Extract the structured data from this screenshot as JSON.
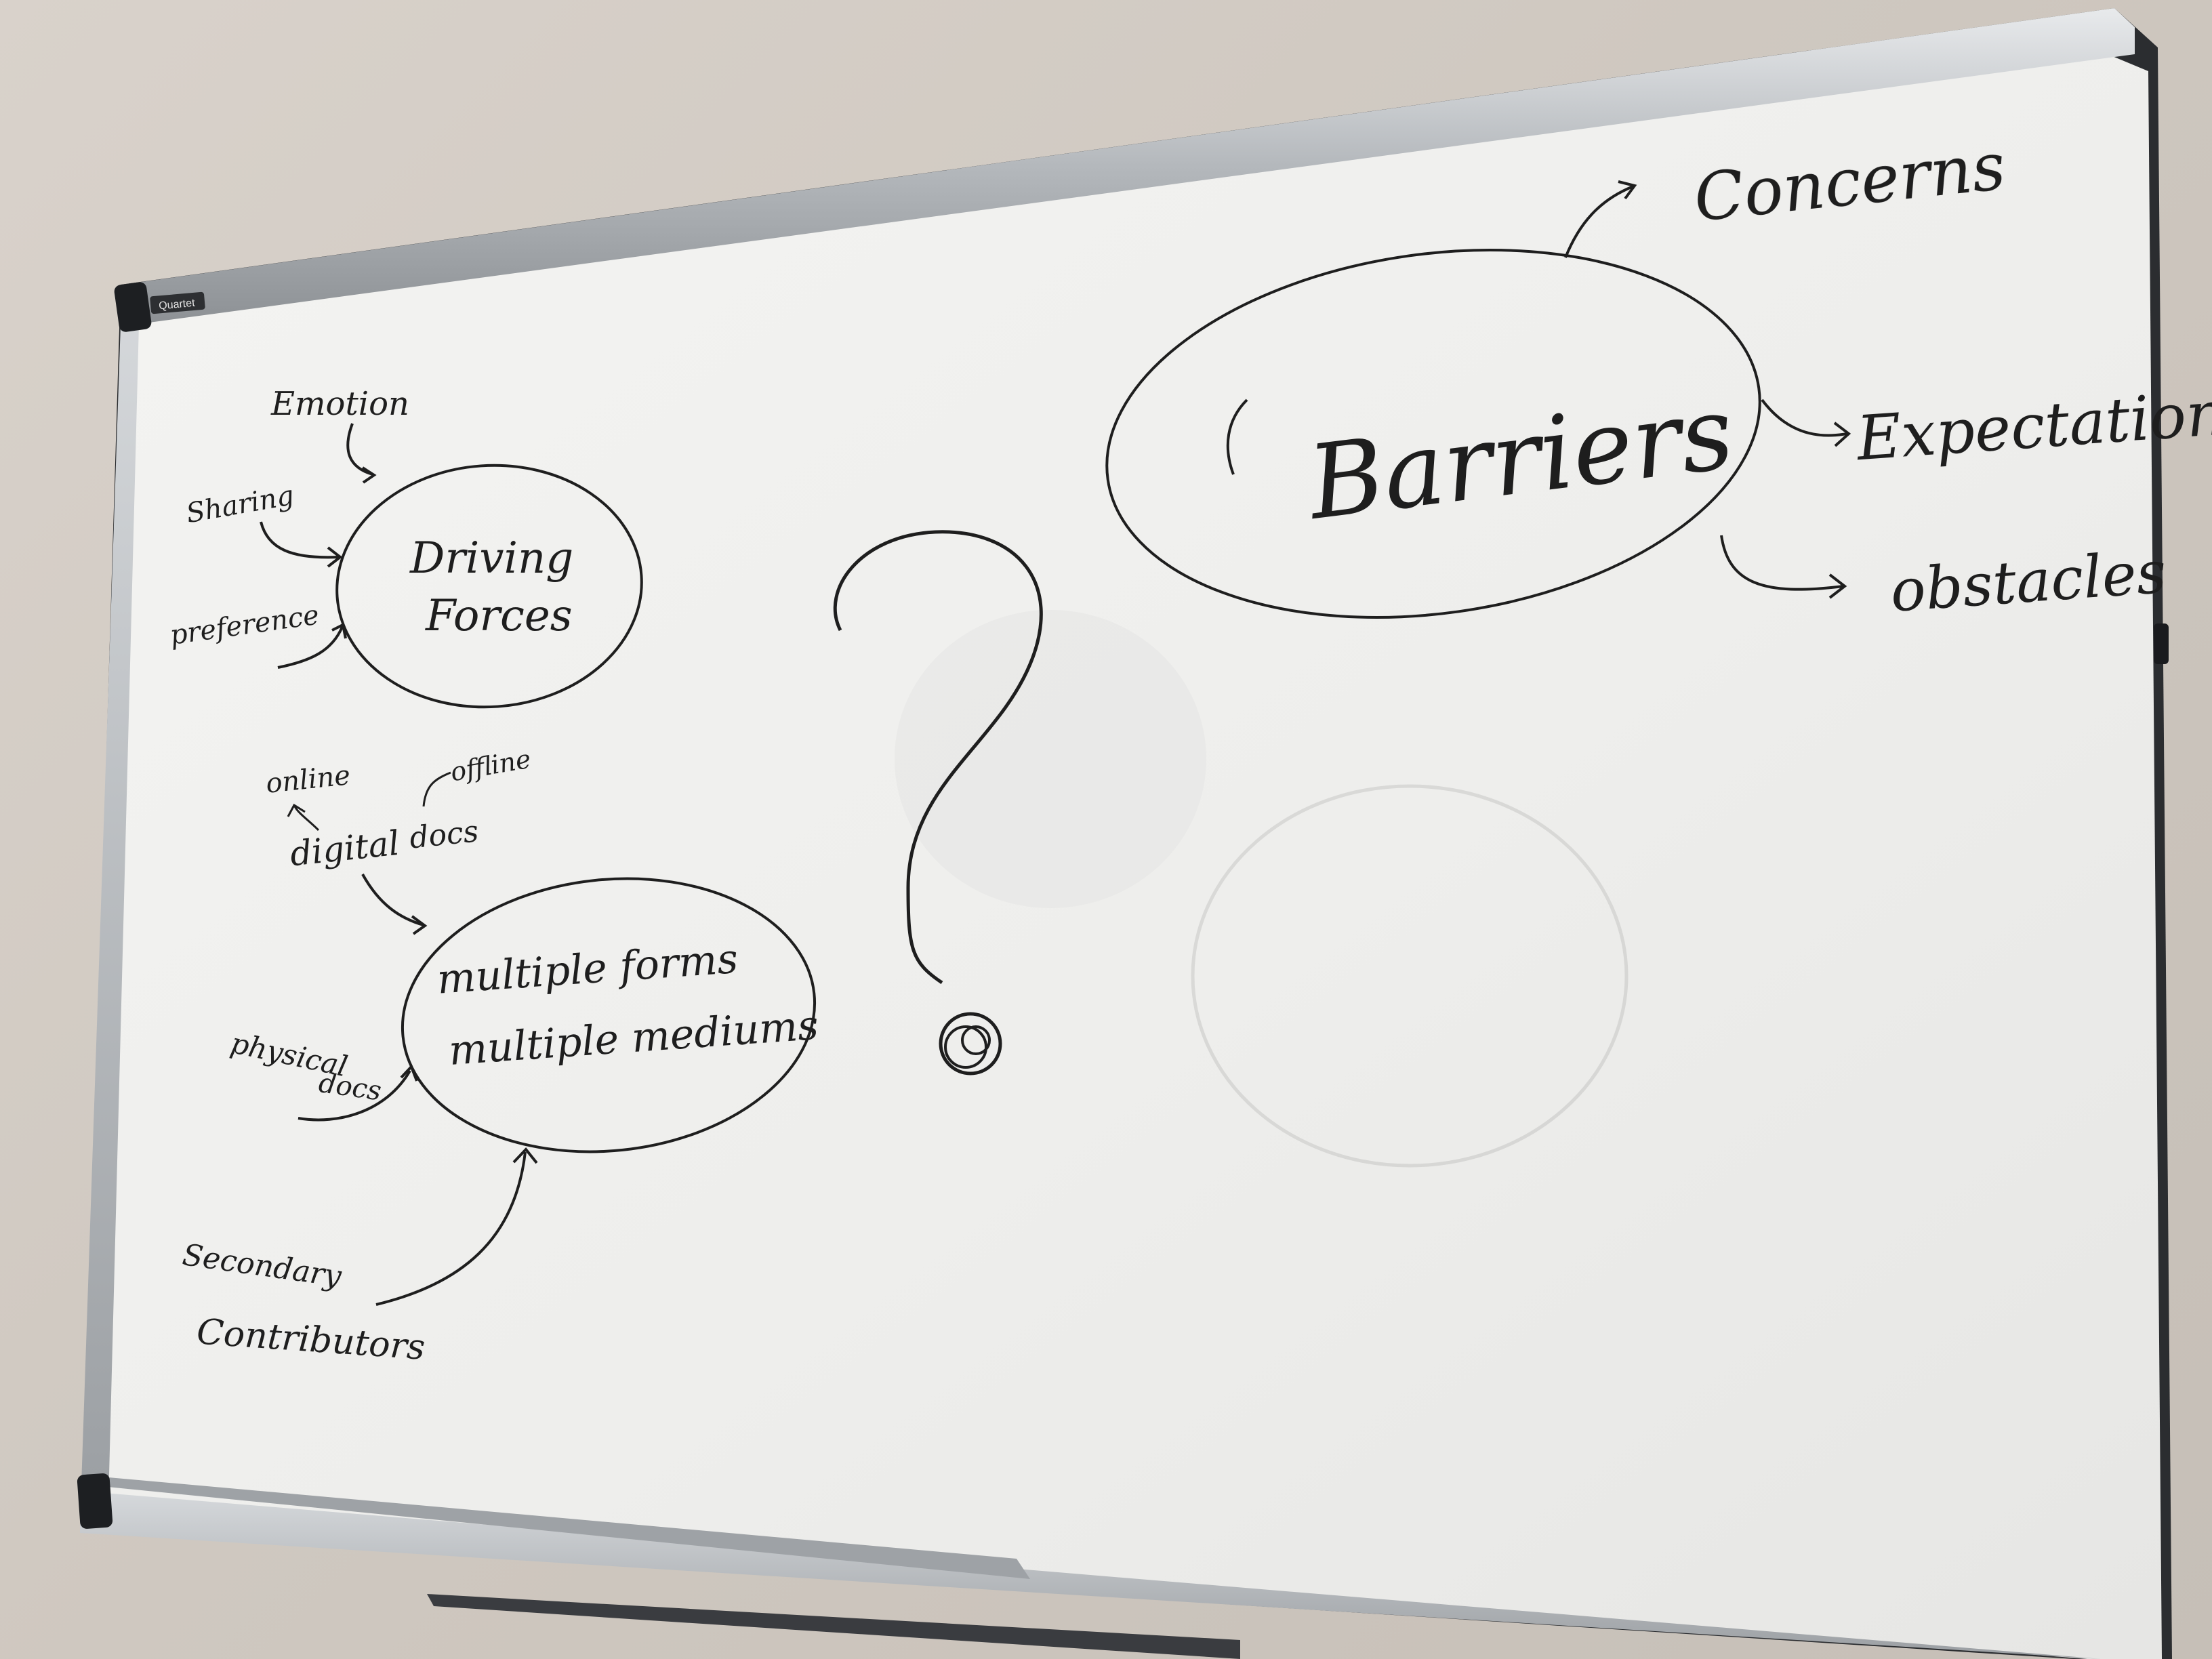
{
  "whiteboard": {
    "brand_label": "Quartet",
    "colors": {
      "wall": "#d2cbc4",
      "board_surface": "#f2f2f0",
      "frame_silver": "#b9bcc0",
      "frame_dark": "#2b2d30",
      "marker_ink": "#1e1e1e"
    }
  },
  "cluster_driving_forces": {
    "center": "Driving",
    "center_line2": "Forces",
    "inputs": [
      "Emotion",
      "Sharing",
      "preference"
    ]
  },
  "cluster_forms": {
    "center_line1": "multiple forms",
    "center_line2": "multiple mediums",
    "digital_label": "digital",
    "docs_label": "docs",
    "online": "online",
    "offline": "offline",
    "physical_line1": "physical",
    "physical_line2": "docs",
    "secondary_line1": "Secondary",
    "secondary_line2": "Contributors"
  },
  "cluster_barriers": {
    "center": "Barriers",
    "outputs": [
      "Concerns",
      "Expectations",
      "obstacles"
    ]
  },
  "question_mark": {
    "glyph": "?"
  }
}
